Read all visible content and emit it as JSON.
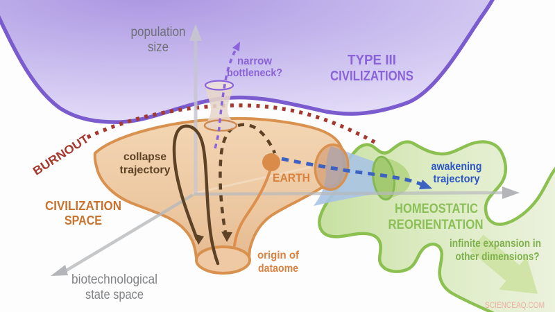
{
  "diagram": {
    "axis_population": {
      "line1": "population",
      "line2": "size"
    },
    "axis_biotech": {
      "line1": "biotechnological",
      "line2": "state space"
    },
    "type3": {
      "line1": "TYPE III",
      "line2": "CIVILIZATIONS"
    },
    "civspace": {
      "line1": "CIVILIZATION",
      "line2": "SPACE"
    },
    "homeostatic": {
      "line1": "HOMEOSTATIC",
      "line2": "REORIENTATION"
    },
    "burnout": "BURNOUT",
    "bottleneck": {
      "line1": "narrow",
      "line2": "bottleneck?"
    },
    "collapse": {
      "line1": "collapse",
      "line2": "trajectory"
    },
    "earth": "EARTH",
    "origin": {
      "line1": "origin of",
      "line2": "dataome"
    },
    "awakening": {
      "line1": "awakening",
      "line2": "trajectory"
    },
    "infinite": {
      "line1": "infinite expansion in",
      "line2": "other dimensions?"
    },
    "watermark": "SCIENCEAQ.COM"
  },
  "colors": {
    "purple_edge": "#7b5ccf",
    "purple_text": "#8a63d9",
    "orange_edge": "#d9914f",
    "orange_text": "#c8732e",
    "dark_brown": "#5d4226",
    "burnout_red": "#a6392f",
    "trajectory_blue": "#3d63c2",
    "green_edge": "#8cc152",
    "green_text": "#8bbf57",
    "axis_gray": "#9a9ca0"
  }
}
